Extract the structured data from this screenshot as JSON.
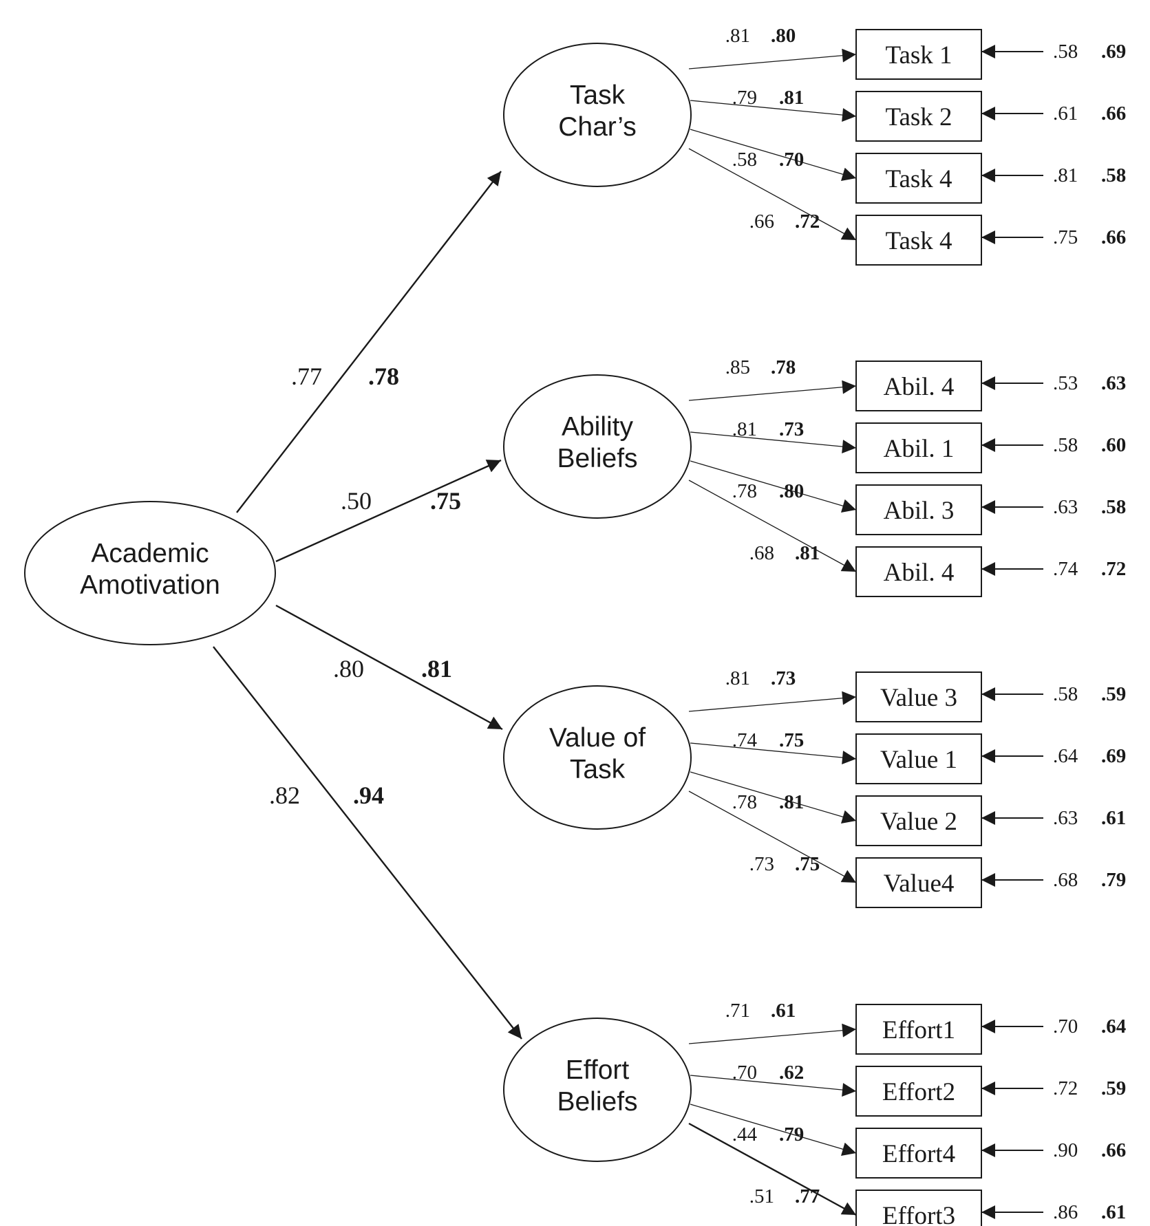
{
  "latents": {
    "source": {
      "lines": [
        "Academic",
        "Amotivation"
      ]
    },
    "factors": [
      {
        "lines": [
          "Task",
          "Char’s"
        ],
        "path_coef": ".77",
        "path_coef_bold": ".78"
      },
      {
        "lines": [
          "Ability",
          "Beliefs"
        ],
        "path_coef": ".50",
        "path_coef_bold": ".75"
      },
      {
        "lines": [
          "Value of",
          "Task"
        ],
        "path_coef": ".80",
        "path_coef_bold": ".81"
      },
      {
        "lines": [
          "Effort",
          "Beliefs"
        ],
        "path_coef": ".82",
        "path_coef_bold": ".94"
      }
    ]
  },
  "indicators": [
    [
      {
        "label": "Task 1",
        "loading": ".81",
        "loading_bold": ".80",
        "error": ".58",
        "error_bold": ".69"
      },
      {
        "label": "Task 2",
        "loading": ".79",
        "loading_bold": ".81",
        "error": ".61",
        "error_bold": ".66"
      },
      {
        "label": "Task 4",
        "loading": ".58",
        "loading_bold": ".70",
        "error": ".81",
        "error_bold": ".58"
      },
      {
        "label": "Task 4",
        "loading": ".66",
        "loading_bold": ".72",
        "error": ".75",
        "error_bold": ".66"
      }
    ],
    [
      {
        "label": "Abil. 4",
        "loading": ".85",
        "loading_bold": ".78",
        "error": ".53",
        "error_bold": ".63"
      },
      {
        "label": "Abil. 1",
        "loading": ".81",
        "loading_bold": ".73",
        "error": ".58",
        "error_bold": ".60"
      },
      {
        "label": "Abil. 3",
        "loading": ".78",
        "loading_bold": ".80",
        "error": ".63",
        "error_bold": ".58"
      },
      {
        "label": "Abil. 4",
        "loading": ".68",
        "loading_bold": ".81",
        "error": ".74",
        "error_bold": ".72"
      }
    ],
    [
      {
        "label": "Value 3",
        "loading": ".81",
        "loading_bold": ".73",
        "error": ".58",
        "error_bold": ".59"
      },
      {
        "label": "Value 1",
        "loading": ".74",
        "loading_bold": ".75",
        "error": ".64",
        "error_bold": ".69"
      },
      {
        "label": "Value 2",
        "loading": ".78",
        "loading_bold": ".81",
        "error": ".63",
        "error_bold": ".61"
      },
      {
        "label": "Value4",
        "loading": ".73",
        "loading_bold": ".75",
        "error": ".68",
        "error_bold": ".79"
      }
    ],
    [
      {
        "label": "Effort1",
        "loading": ".71",
        "loading_bold": ".61",
        "error": ".70",
        "error_bold": ".64"
      },
      {
        "label": "Effort2",
        "loading": ".70",
        "loading_bold": ".62",
        "error": ".72",
        "error_bold": ".59"
      },
      {
        "label": "Effort4",
        "loading": ".44",
        "loading_bold": ".79",
        "error": ".90",
        "error_bold": ".66"
      },
      {
        "label": "Effort3",
        "loading": ".51",
        "loading_bold": ".77",
        "error": ".86",
        "error_bold": ".61"
      }
    ]
  ]
}
